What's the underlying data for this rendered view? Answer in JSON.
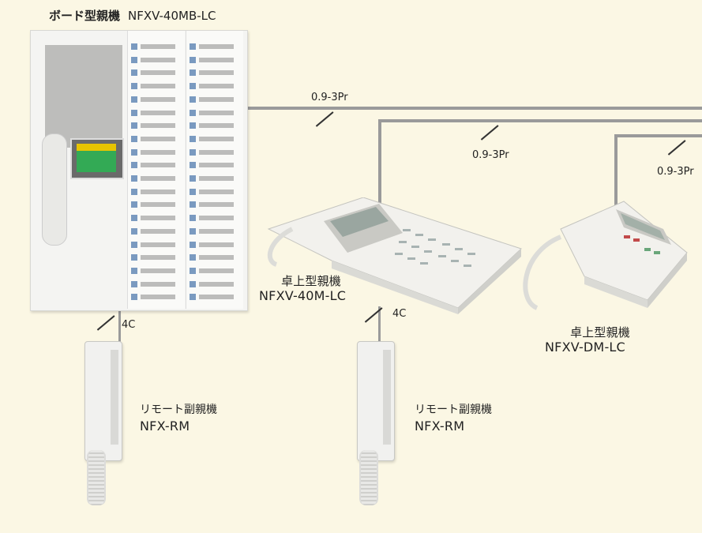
{
  "title": {
    "label": "ボード型親機",
    "model": "NFXV-40MB-LC"
  },
  "cables": {
    "main": "0.9-3Pr",
    "branch1": "0.9-3Pr",
    "branch2": "0.9-3Pr",
    "remote1": "4C",
    "remote2": "4C"
  },
  "units": {
    "desk1": {
      "label": "卓上型親機",
      "model": "NFXV-40M-LC"
    },
    "desk2": {
      "label": "卓上型親機",
      "model": "NFXV-DM-LC"
    },
    "remote1": {
      "label": "リモート副親機",
      "model": "NFX-RM"
    },
    "remote2": {
      "label": "リモート副親機",
      "model": "NFX-RM"
    }
  },
  "colors": {
    "background": "#fbf7e4",
    "wire": "#9a9a9a"
  }
}
